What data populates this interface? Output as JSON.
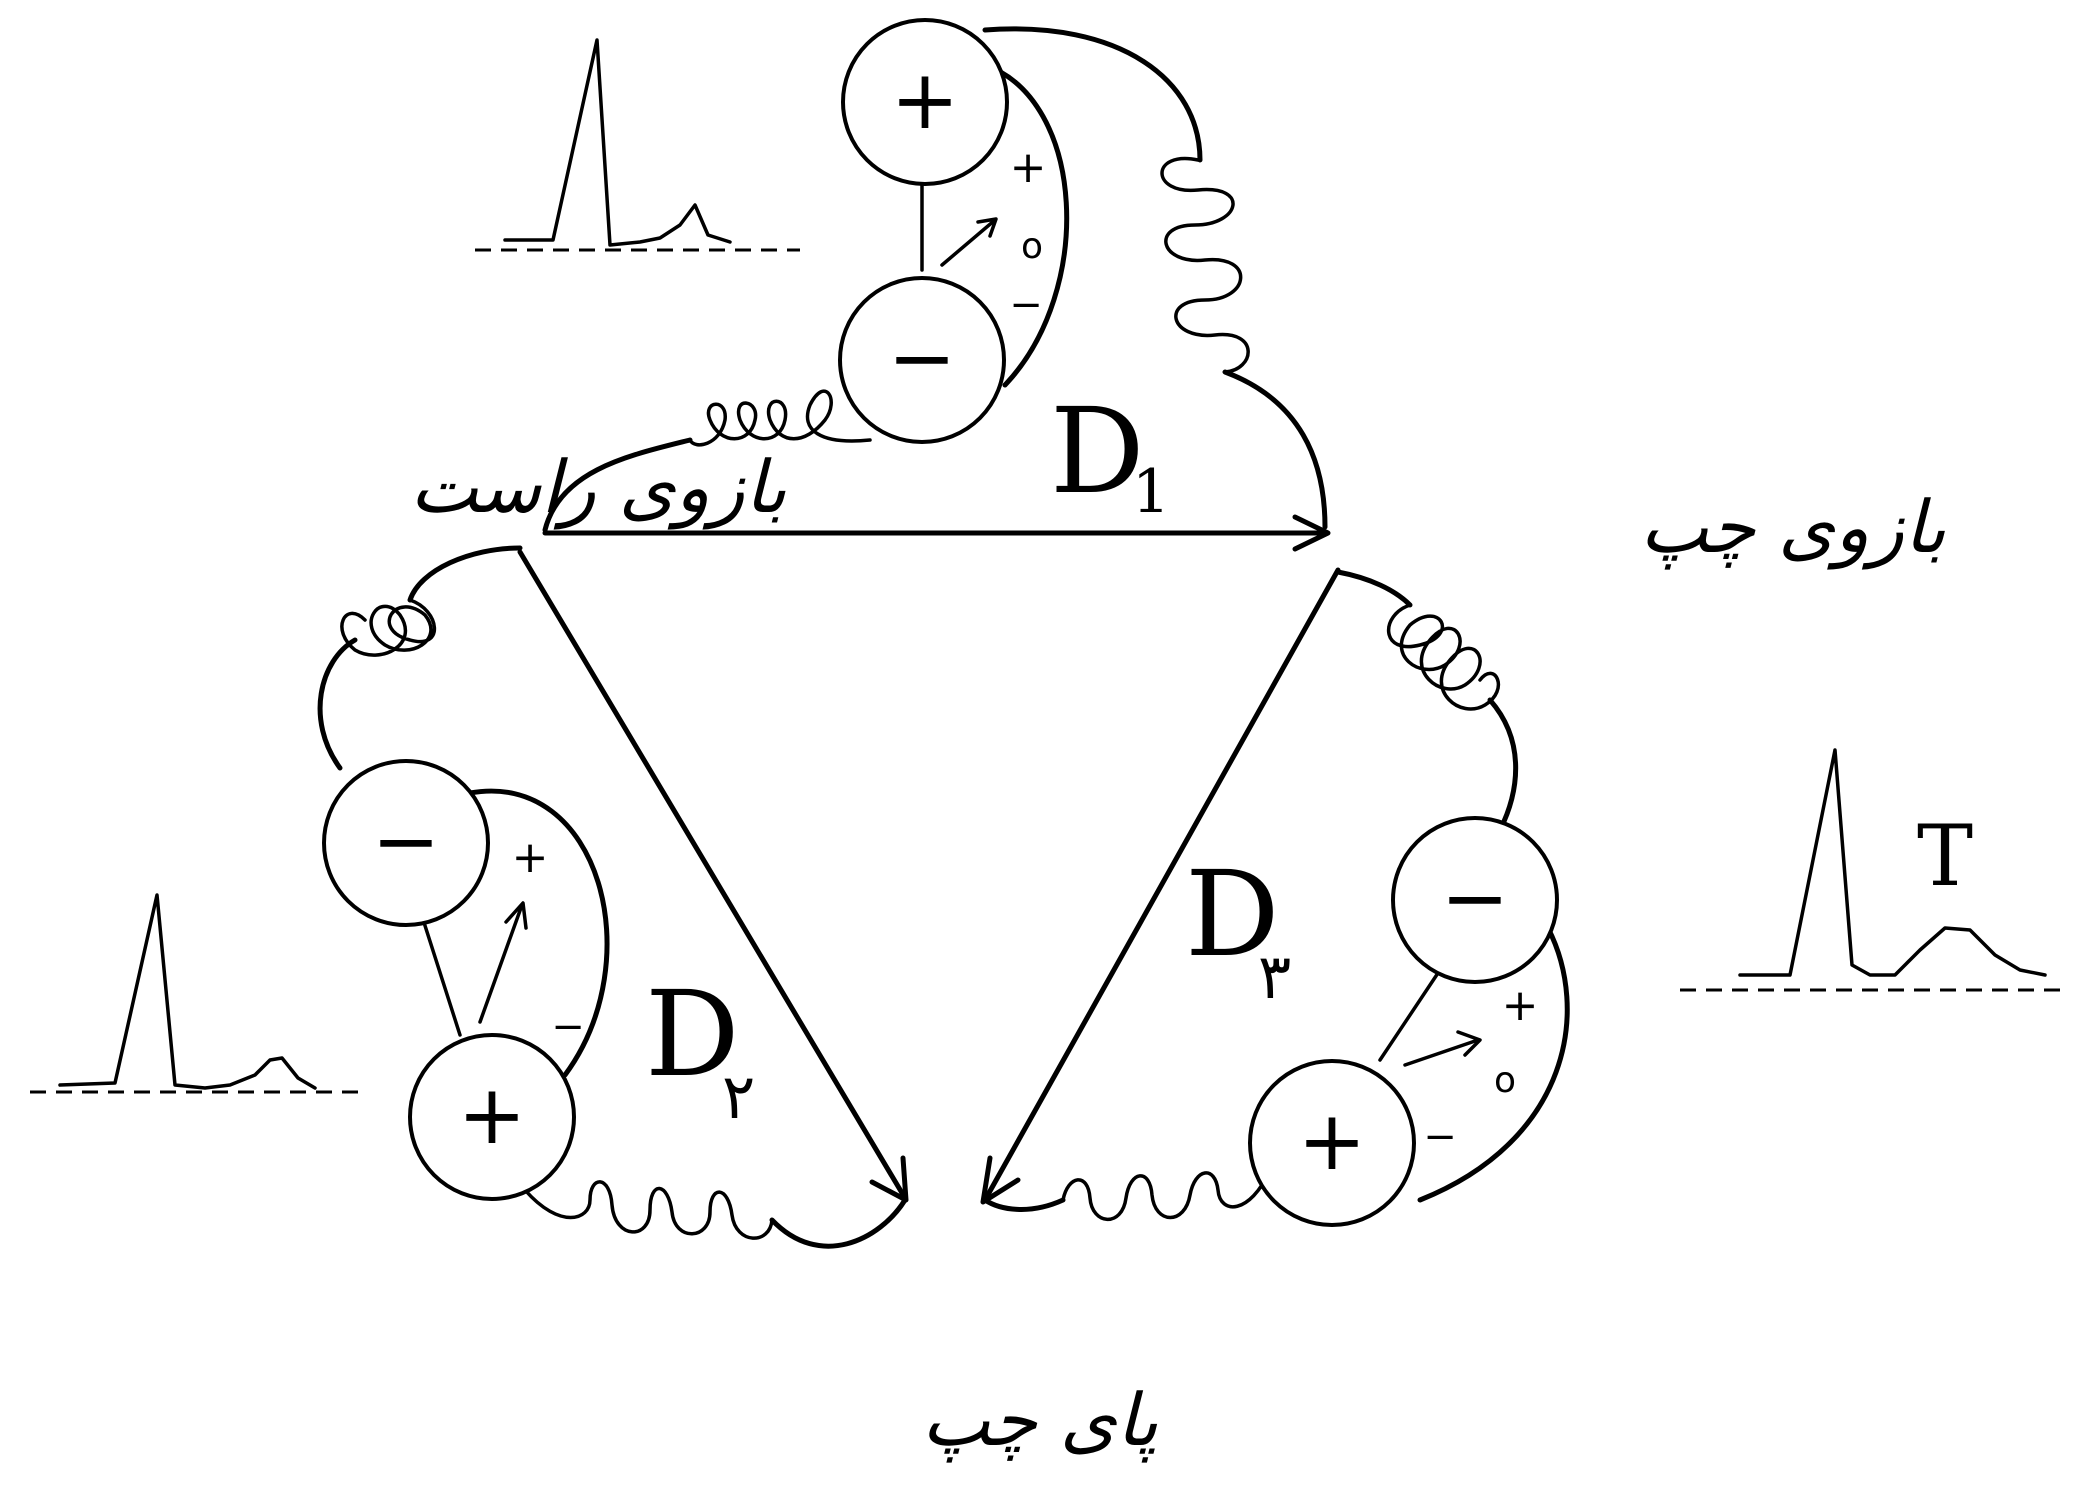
{
  "labels": {
    "right_arm": "بازوی راست",
    "left_arm": "بازوی چپ",
    "left_leg": "پای چپ"
  },
  "leads": {
    "d1": {
      "name": "D",
      "sub": "1"
    },
    "d2": {
      "name": "D",
      "sub": "۲"
    },
    "d3": {
      "name": "D",
      "sub": "۳"
    }
  },
  "meter": {
    "plus": "+",
    "minus": "−",
    "small_plus": "+",
    "small_minus": "−",
    "zero": "o"
  },
  "waveform_t_label": "T",
  "colors": {
    "ink": "#000000",
    "background": "#ffffff"
  }
}
